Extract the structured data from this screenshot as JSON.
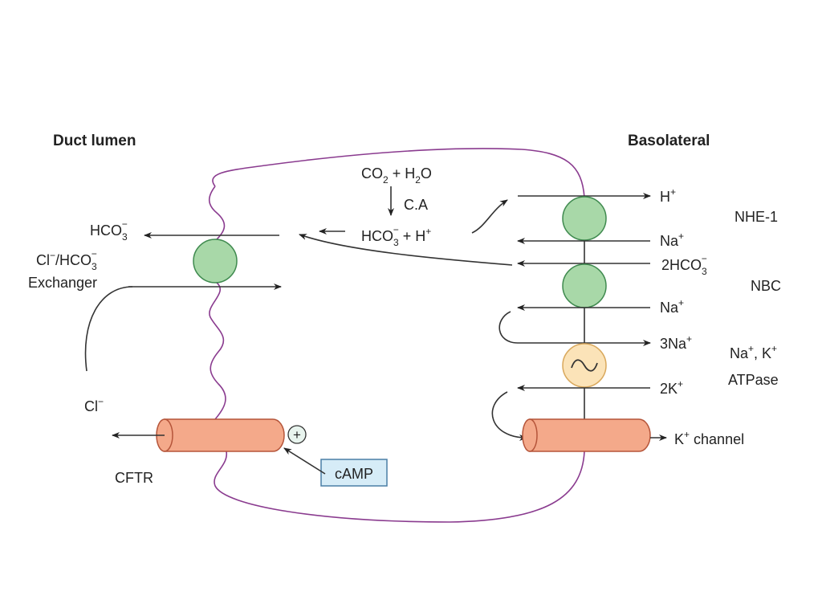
{
  "titles": {
    "left": "Duct lumen",
    "right": "Basolateral"
  },
  "reaction": {
    "reactants": {
      "co2": "CO",
      "co2_sub": "2",
      "plus": " + H",
      "h2o_sub": "2",
      "o": "O"
    },
    "enzyme": "C.A",
    "products": {
      "hco": "HCO",
      "sub": "3",
      "sup": "−",
      "rest": " + H",
      "h_sup": "+"
    }
  },
  "left": {
    "hco3": {
      "base": "HCO",
      "sub": "3",
      "sup": "−"
    },
    "exchanger": {
      "cl": "Cl",
      "cl_sup": "−",
      "slash": "/HCO",
      "sub": "3",
      "sup": "−",
      "line2": "Exchanger"
    },
    "cl": {
      "base": "Cl",
      "sup": "−"
    },
    "cftr": "CFTR",
    "plus": "+",
    "camp": "cAMP"
  },
  "right": {
    "h": {
      "base": "H",
      "sup": "+"
    },
    "na1": {
      "base": "Na",
      "sup": "+"
    },
    "hco3": {
      "base": "2HCO",
      "sub": "3",
      "sup": "−"
    },
    "na2": {
      "base": "Na",
      "sup": "+"
    },
    "na3": {
      "base": "3Na",
      "sup": "+"
    },
    "k2": {
      "base": "2K",
      "sup": "+"
    },
    "kchannel": {
      "base": "K",
      "sup": "+",
      "rest": " channel"
    },
    "nhe": "NHE-1",
    "nbc": "NBC",
    "atpase": {
      "l1a": "Na",
      "l1a_sup": "+",
      "l1b": ", K",
      "l1b_sup": "+",
      "l2": "ATPase"
    }
  },
  "colors": {
    "membrane": "#8a3b8f",
    "transporter": "#a8d8a8",
    "atpase": "#fbe3b8",
    "channel": "#f4a98a",
    "camp_box": "#d6ecf7"
  }
}
